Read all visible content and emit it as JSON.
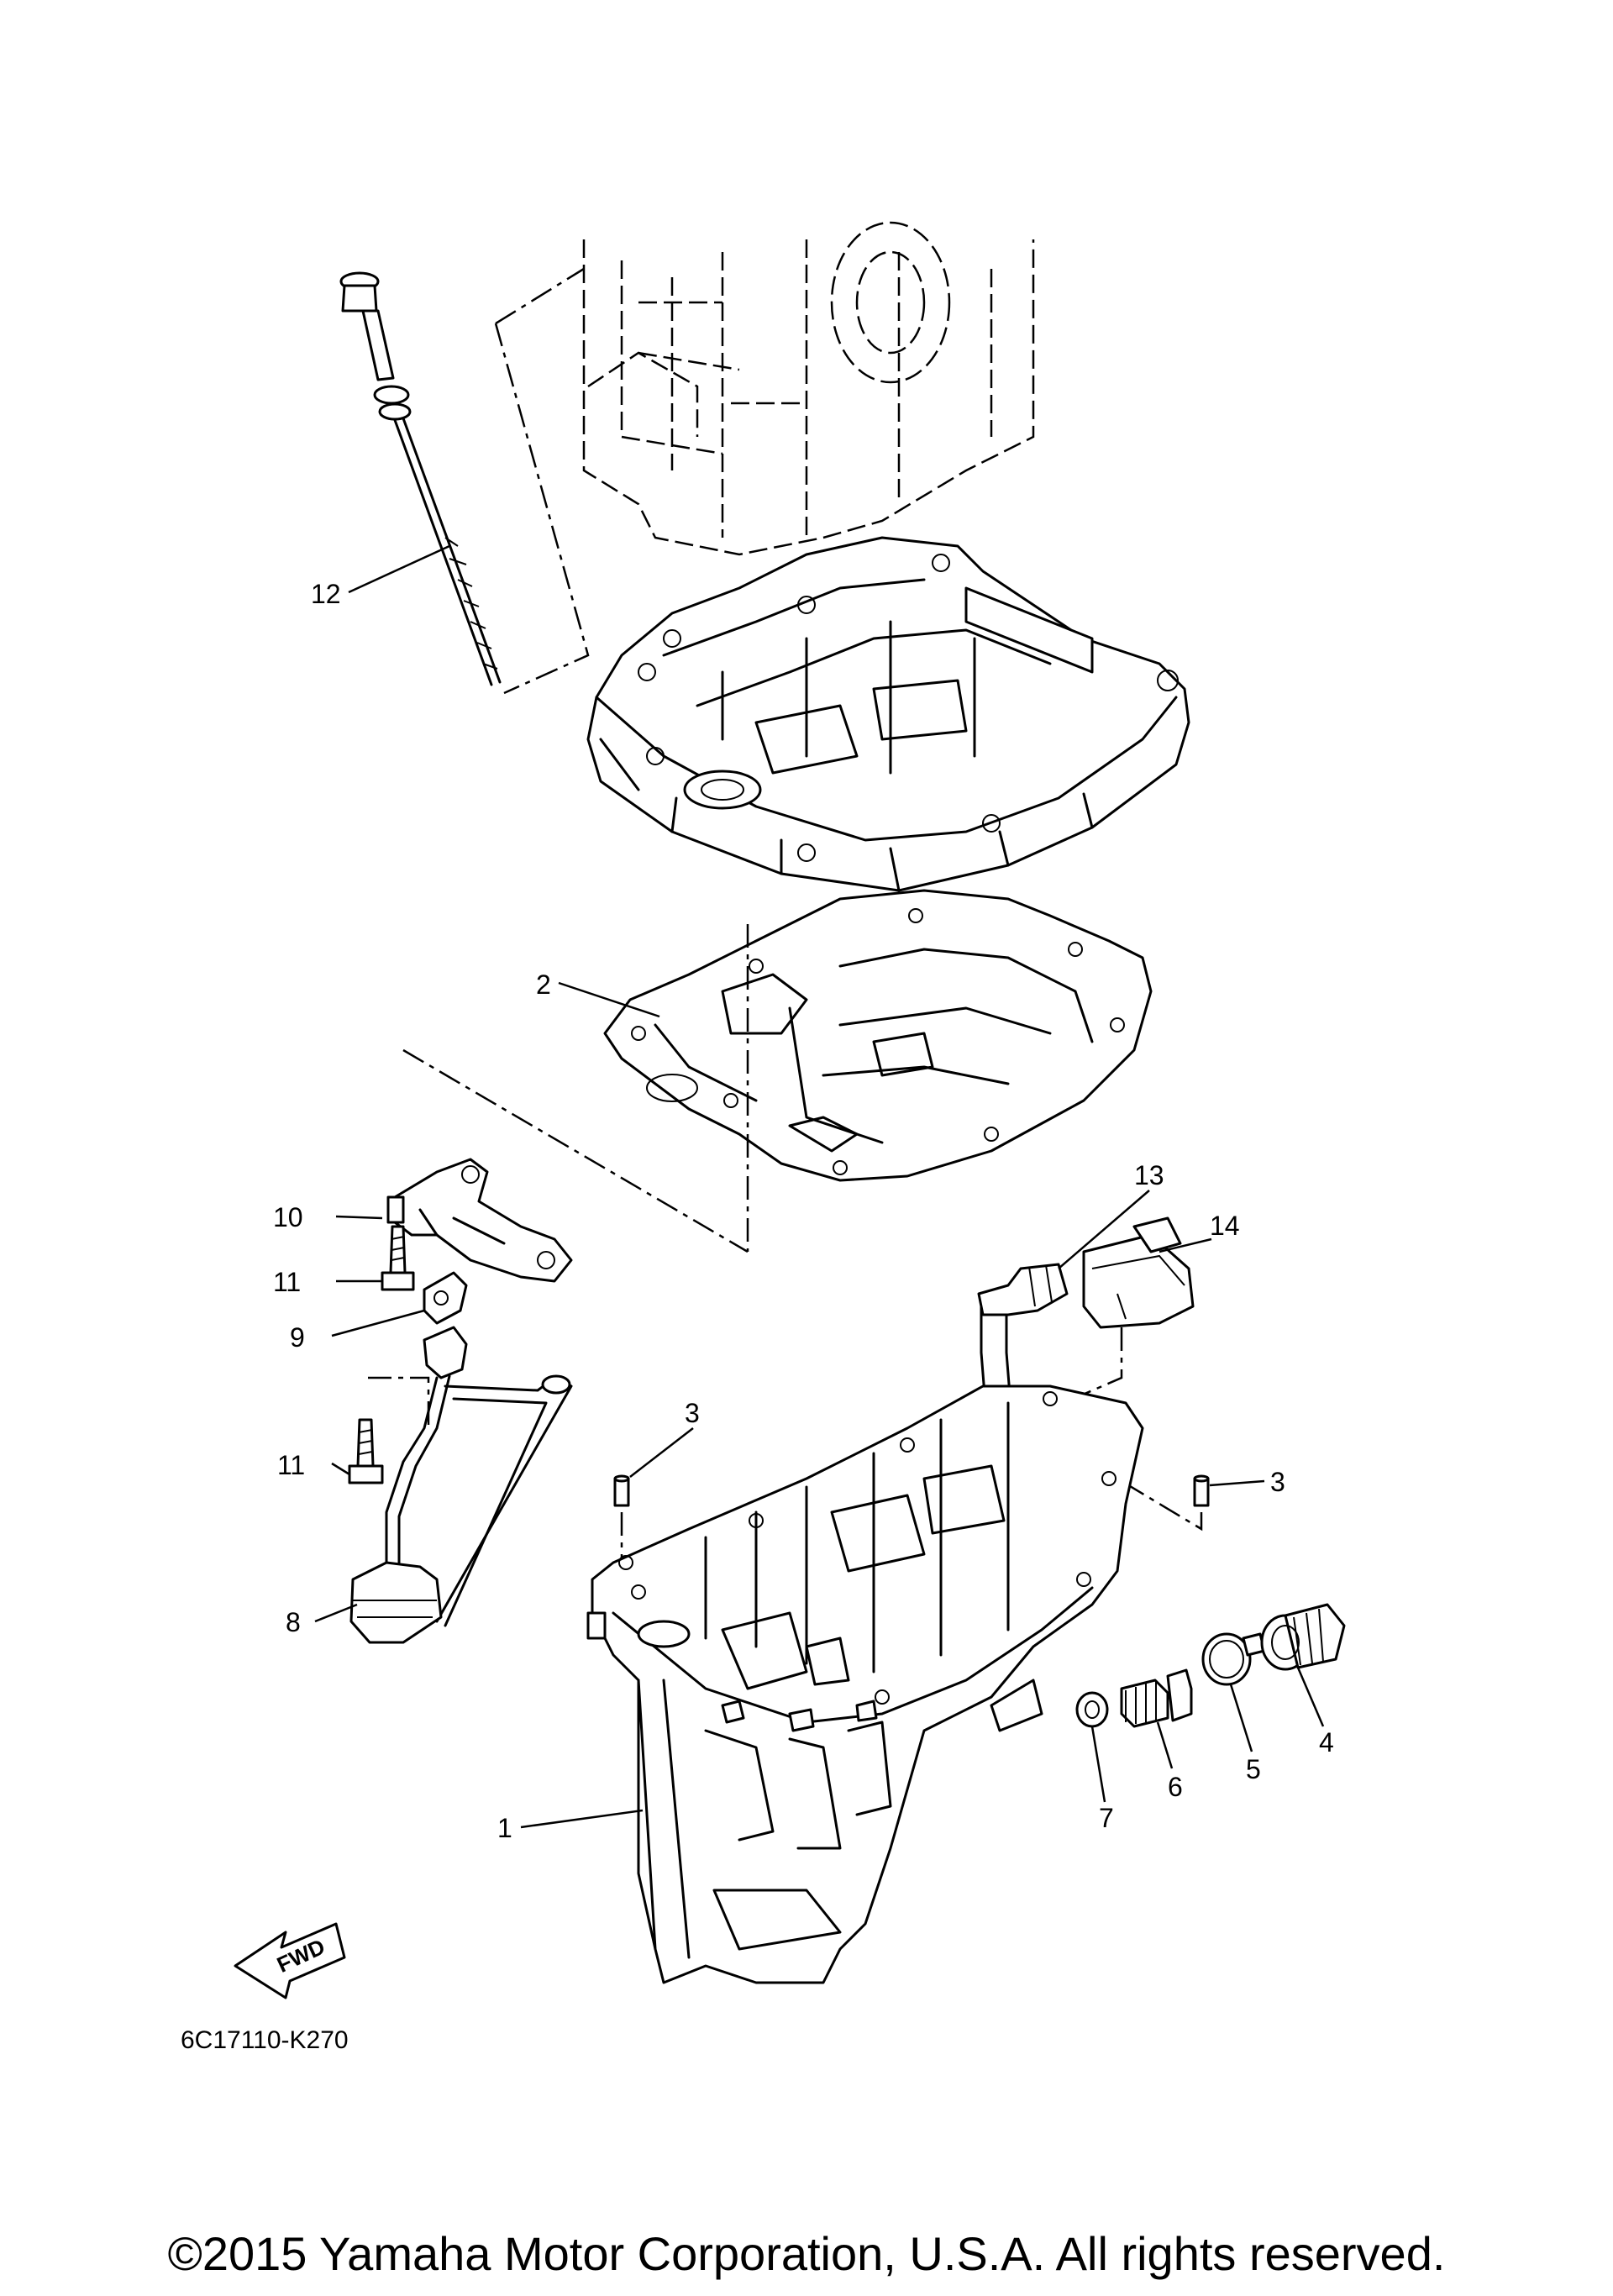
{
  "diagram_code": "6C17110-K270",
  "copyright": "©2015 Yamaha Motor Corporation, U.S.A. All rights reserved.",
  "fwd_label": "FWD",
  "callouts": {
    "c1": "1",
    "c2": "2",
    "c3a": "3",
    "c3b": "3",
    "c4": "4",
    "c5": "5",
    "c6": "6",
    "c7": "7",
    "c8": "8",
    "c9": "9",
    "c10": "10",
    "c11a": "11",
    "c11b": "11",
    "c12": "12",
    "c13": "13",
    "c14": "14"
  }
}
